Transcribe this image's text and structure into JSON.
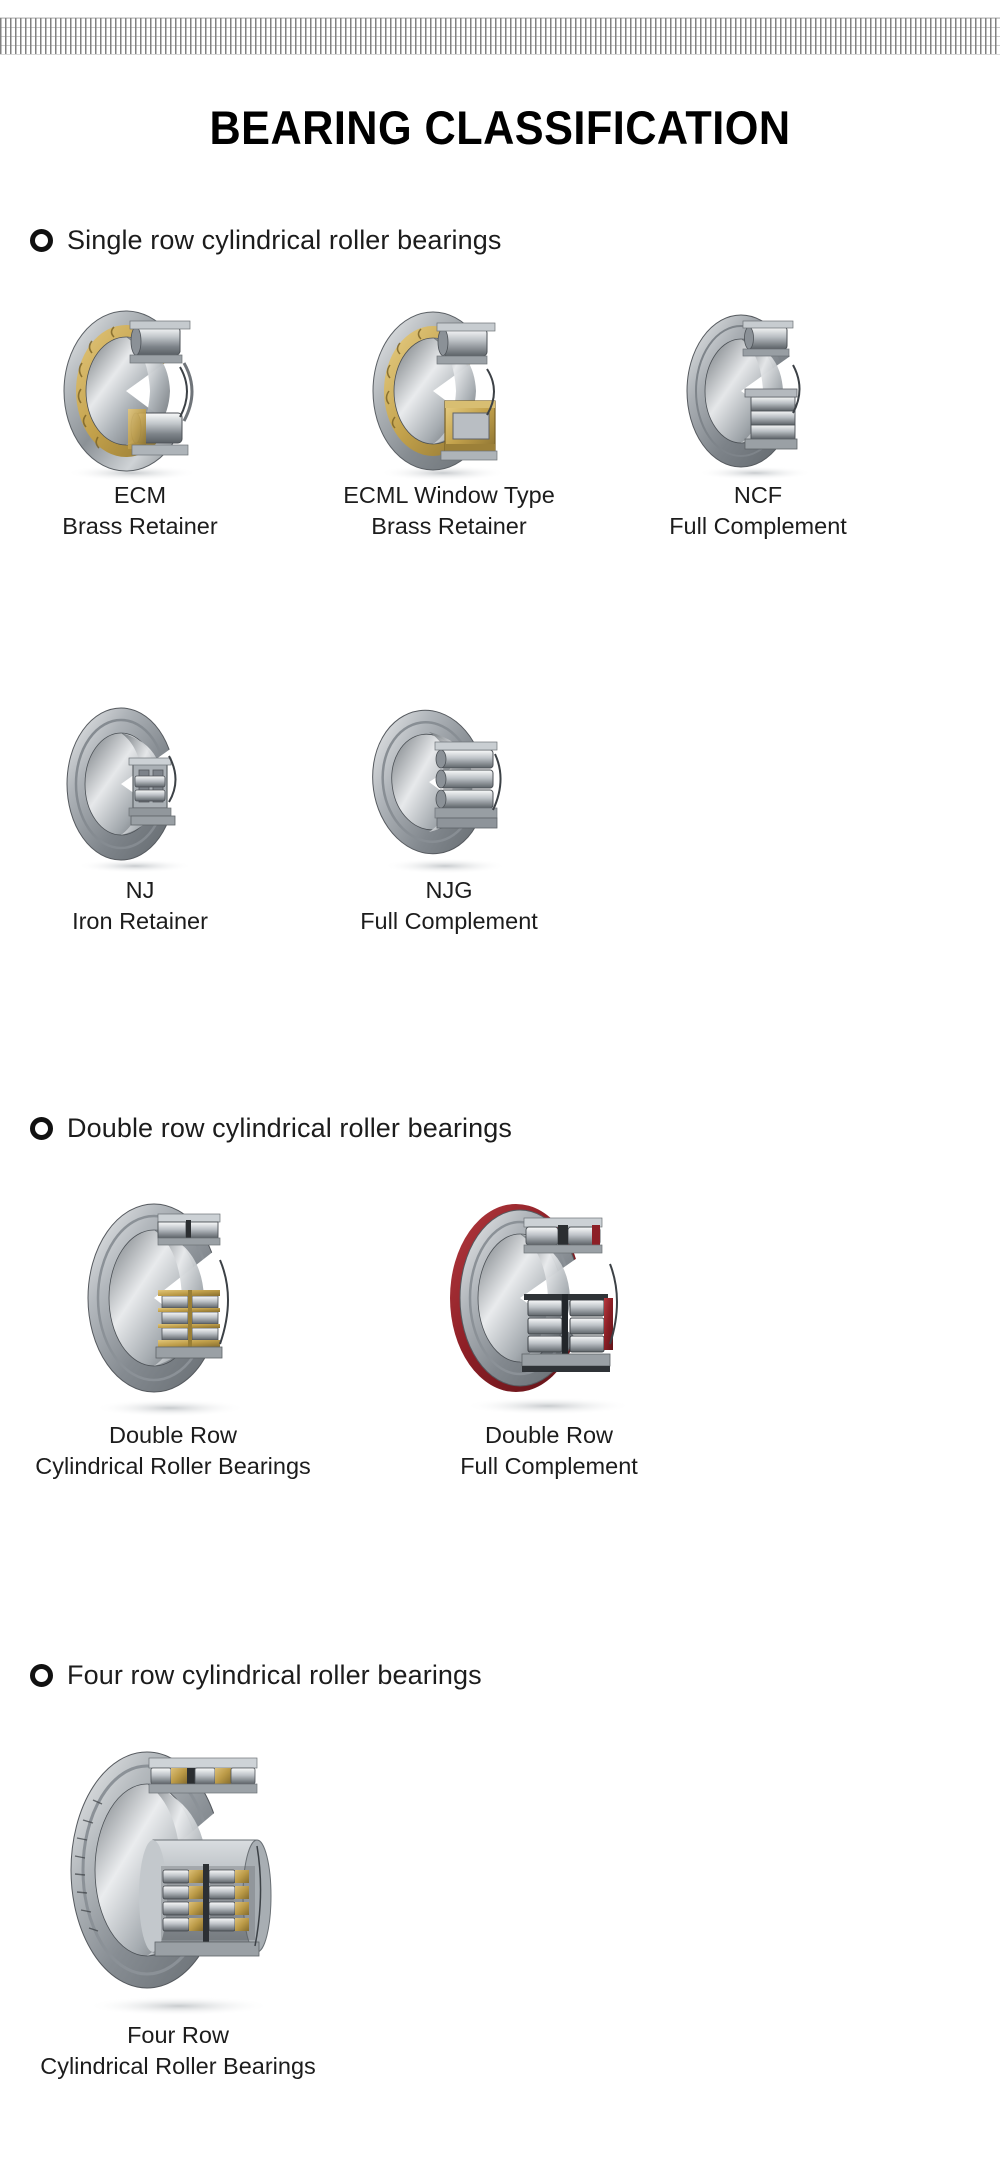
{
  "header": {
    "title": "BEARING  CLASSIFICATION",
    "decor": "dotted-line-band"
  },
  "sections": [
    {
      "bullet": "ring-bullet",
      "heading": "Single row cylindrical roller bearings",
      "rows": [
        [
          {
            "name": "ecm",
            "line1": "ECM",
            "line2": "Brass Retainer",
            "art": "bearing-ecm"
          },
          {
            "name": "ecml",
            "line1": "ECML Window Type",
            "line2": "Brass Retainer",
            "art": "bearing-ecml"
          },
          {
            "name": "ncf",
            "line1": "NCF",
            "line2": "Full Complement",
            "art": "bearing-ncf"
          }
        ],
        [
          {
            "name": "nj",
            "line1": "NJ",
            "line2": "Iron Retainer",
            "art": "bearing-nj"
          },
          {
            "name": "njg",
            "line1": "NJG",
            "line2": "Full Complement",
            "art": "bearing-njg"
          }
        ]
      ]
    },
    {
      "bullet": "ring-bullet",
      "heading": "Double row cylindrical roller bearings",
      "rows": [
        [
          {
            "name": "double-row",
            "line1": "Double Row",
            "line2": "Cylindrical Roller Bearings",
            "art": "bearing-double-row"
          },
          {
            "name": "double-row-full",
            "line1": "Double Row",
            "line2": "Full Complement",
            "art": "bearing-double-row-full"
          }
        ]
      ]
    },
    {
      "bullet": "ring-bullet",
      "heading": "Four row cylindrical roller bearings",
      "rows": [
        [
          {
            "name": "four-row",
            "line1": "Four Row",
            "line2": "Cylindrical Roller Bearings",
            "art": "bearing-four-row"
          }
        ]
      ]
    }
  ],
  "colors": {
    "page_background": "#ffffff",
    "text": "#1c1c1c",
    "title": "#000000",
    "brass": "#c9a84c",
    "steel_light": "#e2e4e6",
    "steel_mid": "#9ea3a8",
    "steel_dark": "#4d5257",
    "seal_red": "#8d1f26",
    "band_dot": "#7a7a7a"
  }
}
